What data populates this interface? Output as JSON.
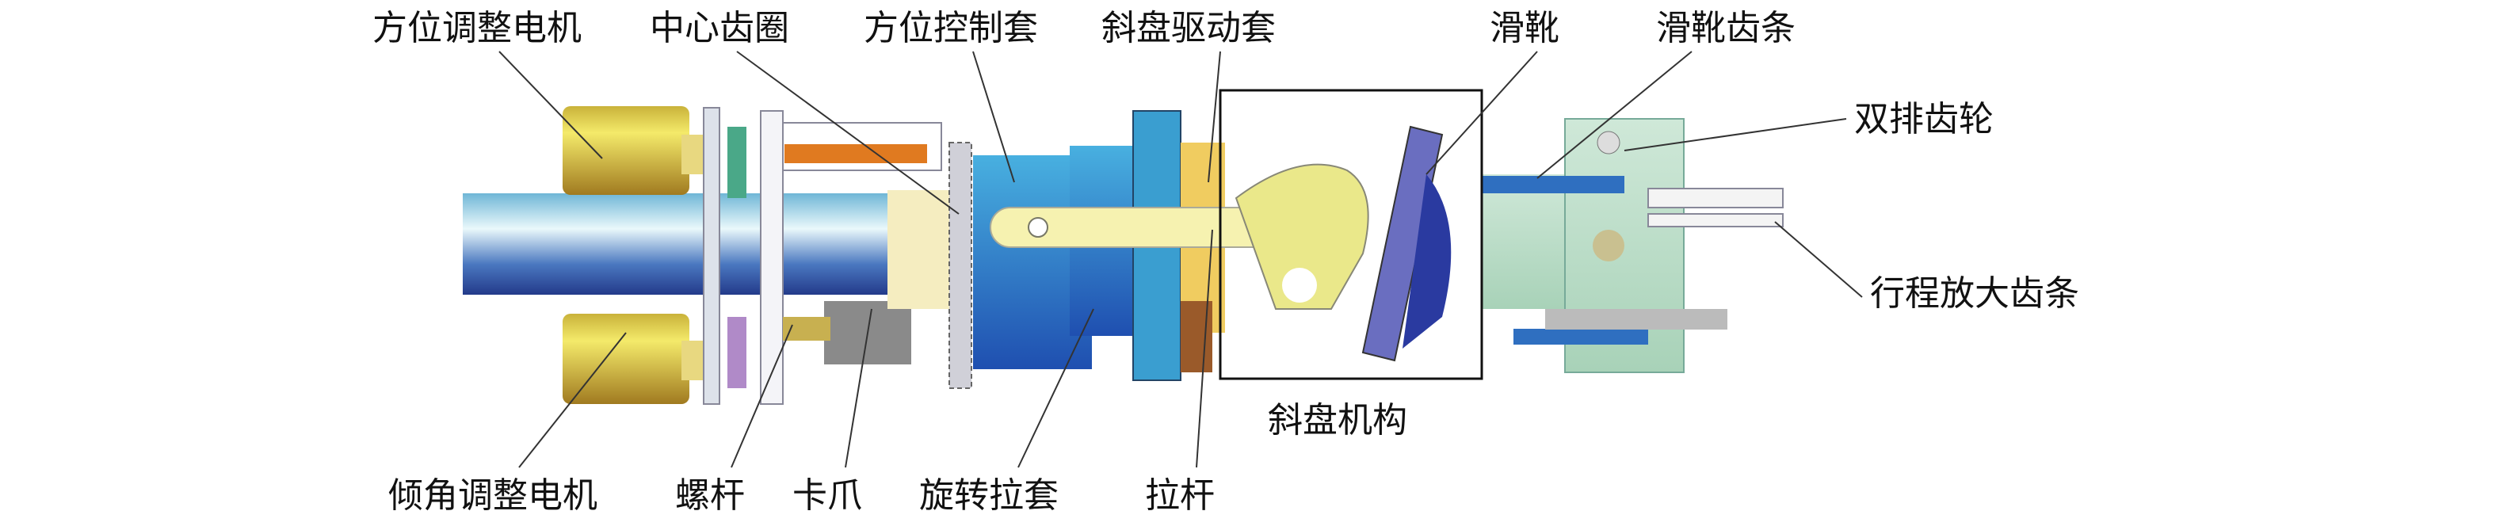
{
  "labels_top": [
    "方位调整电机",
    "中心齿圈",
    "方位控制套",
    "斜盘驱动套",
    "滑靴",
    "滑靴齿条"
  ],
  "labels_right": [
    "双排齿轮",
    "行程放大齿条"
  ],
  "labels_bottom": [
    "倾角调整电机",
    "螺杆",
    "卡爪",
    "旋转拉套",
    "拉杆"
  ],
  "box_label": "斜盘机构"
}
